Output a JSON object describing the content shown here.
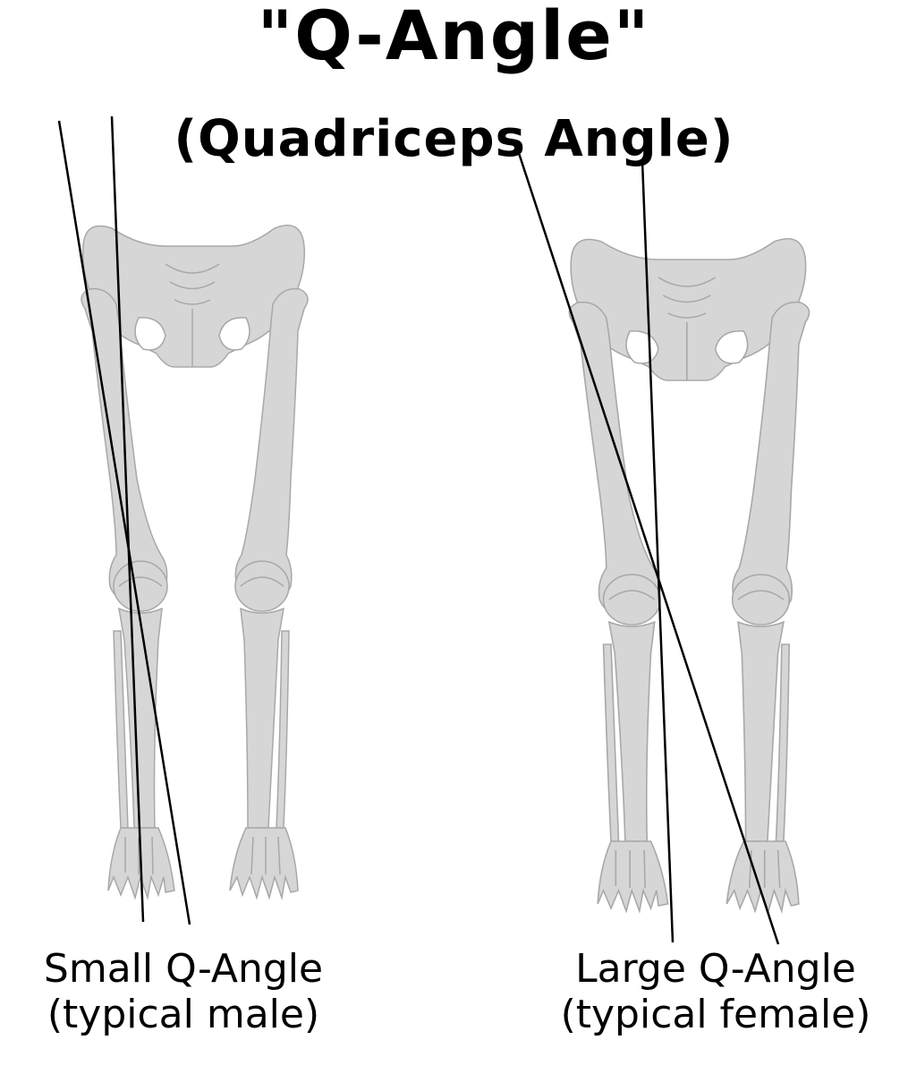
{
  "title": "\"Q-Angle\"",
  "subtitle": "(Quadriceps Angle)",
  "figures": [
    {
      "label_line1": "Small Q-Angle",
      "label_line2": "(typical male)"
    },
    {
      "label_line1": "Large Q-Angle",
      "label_line2": "(typical female)"
    }
  ],
  "colors": {
    "bone": "#d6d6d6",
    "bone_outline": "#a8a8a8",
    "line": "#000000"
  }
}
